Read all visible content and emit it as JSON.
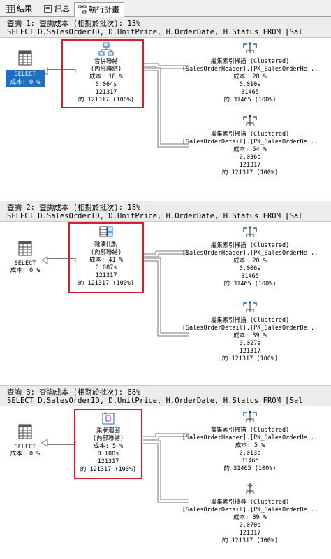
{
  "tabs": [
    {
      "label": "結果",
      "icon": "grid-icon"
    },
    {
      "label": "訊息",
      "icon": "message-icon"
    },
    {
      "label": "執行計畫",
      "icon": "execution-plan-icon"
    }
  ],
  "queries": [
    {
      "header": "查詢 1: 查詢成本 (相對於批次): 13%",
      "sql": "SELECT D.SalesOrderID, D.UnitPrice, H.OrderDate, H.Status FROM [Sal",
      "select": {
        "label": "SELECT",
        "cost": "成本: 0 %"
      },
      "join": {
        "name": "合併聯結",
        "sub": "(內部聯結)",
        "cost": "成本: 18 %",
        "time": "0.064s",
        "rows": "121317",
        "of": "的 121317 (100%)"
      },
      "top": {
        "name": "叢集索引掃描 (Clustered)",
        "obj": "[SalesOrderHeader].[PK_SalesOrderHe...",
        "cost": "成本: 28 %",
        "time": "0.010s",
        "rows": "31465",
        "of": "的 31465 (100%)"
      },
      "bottom": {
        "name": "叢集索引掃描 (Clustered)",
        "obj": "[SalesOrderDetail].[PK_SalesOrderDe...",
        "cost": "成本: 54 %",
        "time": "0.036s",
        "rows": "121317",
        "of": "的 121317 (100%)"
      }
    },
    {
      "header": "查詢 2: 查詢成本 (相對於批次): 18%",
      "sql": "SELECT D.SalesOrderID, D.UnitPrice, H.OrderDate, H.Status FROM [Sal",
      "select": {
        "label": "SELECT",
        "cost": "成本: 0 %"
      },
      "join": {
        "name": "雜湊比對",
        "sub": "(內部聯結)",
        "cost": "成本: 41 %",
        "time": "0.087s",
        "rows": "121317",
        "of": "的 121317 (100%)"
      },
      "top": {
        "name": "叢集索引掃描 (Clustered)",
        "obj": "[SalesOrderHeader].[PK_SalesOrderHe...",
        "cost": "成本: 20 %",
        "time": "0.006s",
        "rows": "31465",
        "of": "的 31465 (100%)"
      },
      "bottom": {
        "name": "叢集索引掃描 (Clustered)",
        "obj": "[SalesOrderDetail].[PK_SalesOrderDe...",
        "cost": "成本: 39 %",
        "time": "0.027s",
        "rows": "121317",
        "of": "的 121317 (100%)"
      }
    },
    {
      "header": "查詢 3: 查詢成本 (相對於批次): 68%",
      "sql": "SELECT D.SalesOrderID, D.UnitPrice, H.OrderDate, H.Status FROM [Sal",
      "select": {
        "label": "SELECT",
        "cost": "成本: 0 %"
      },
      "join": {
        "name": "巢狀迴圈",
        "sub": "(內部聯結)",
        "cost": "成本: 5 %",
        "time": "0.100s",
        "rows": "121317",
        "of": "的 121317 (100%)"
      },
      "top": {
        "name": "叢集索引掃描 (Clustered)",
        "obj": "[SalesOrderHeader].[PK_SalesOrderHe...",
        "cost": "成本: 5 %",
        "time": "0.013s",
        "rows": "31465",
        "of": "的 31465 (100%)"
      },
      "bottom": {
        "name": "叢集索引搜尋 (Clustered)",
        "obj": "[SalesOrderDetail].[PK_SalesOrderDe...",
        "cost": "成本: 89 %",
        "time": "0.070s",
        "rows": "121317",
        "of": "的 121317 (100%)"
      }
    }
  ],
  "colors": {
    "highlight": "#d81e2c",
    "selected": "#1f6fc5",
    "header_bg": "#ececec"
  }
}
